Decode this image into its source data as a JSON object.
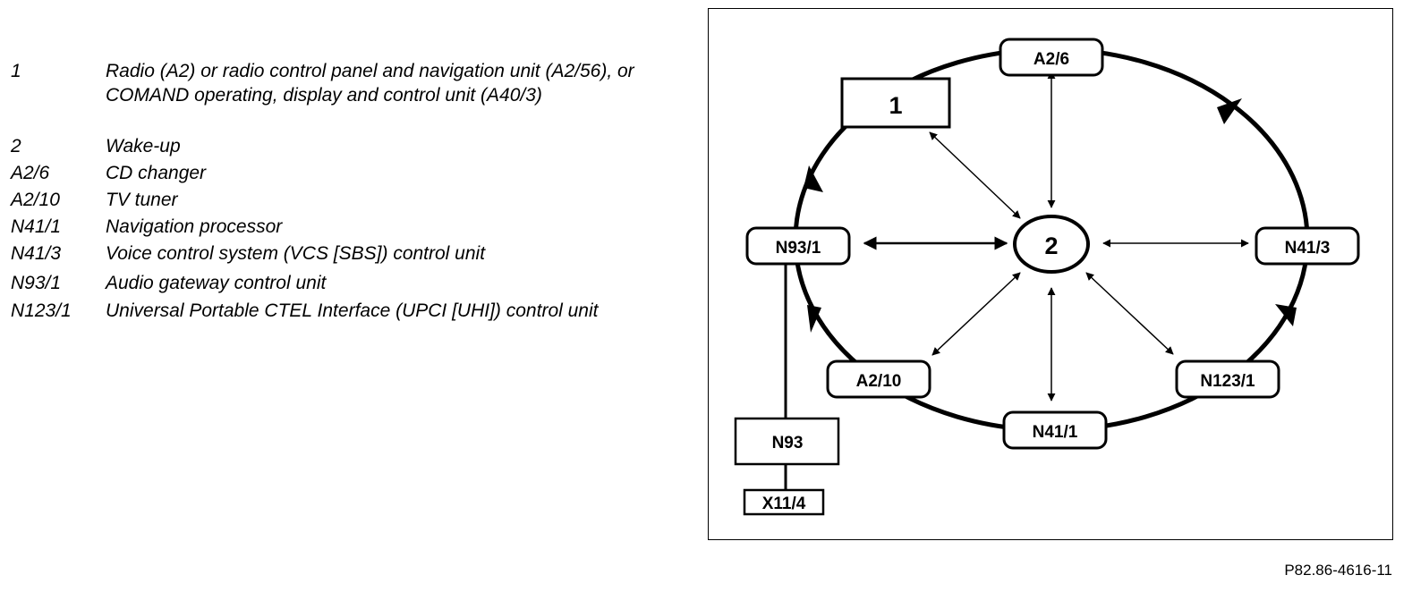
{
  "legend": [
    {
      "code": "1",
      "desc": "Radio (A2) or radio control panel and navigation unit (A2/56), or COMAND operating, display and control unit (A40/3)"
    },
    {
      "code": "2",
      "desc": "Wake-up"
    },
    {
      "code": "A2/6",
      "desc": "CD changer"
    },
    {
      "code": "A2/10",
      "desc": "TV tuner"
    },
    {
      "code": "N41/1",
      "desc": "Navigation processor"
    },
    {
      "code": "N41/3",
      "desc": "Voice control system (VCS [SBS]) control unit"
    },
    {
      "code": "N93/1",
      "desc": "Audio gateway control unit"
    },
    {
      "code": "N123/1",
      "desc": "Universal Portable CTEL Interface (UPCI [UHI]) control unit"
    }
  ],
  "diagram": {
    "nodes": {
      "n1": "1",
      "wake": "2",
      "a2_6": "A2/6",
      "n41_3": "N41/3",
      "n123_1": "N123/1",
      "n41_1": "N41/1",
      "a2_10": "A2/10",
      "n93_1": "N93/1",
      "n93": "N93",
      "x11_4": "X11/4"
    }
  },
  "figure_id": "P82.86-4616-11"
}
